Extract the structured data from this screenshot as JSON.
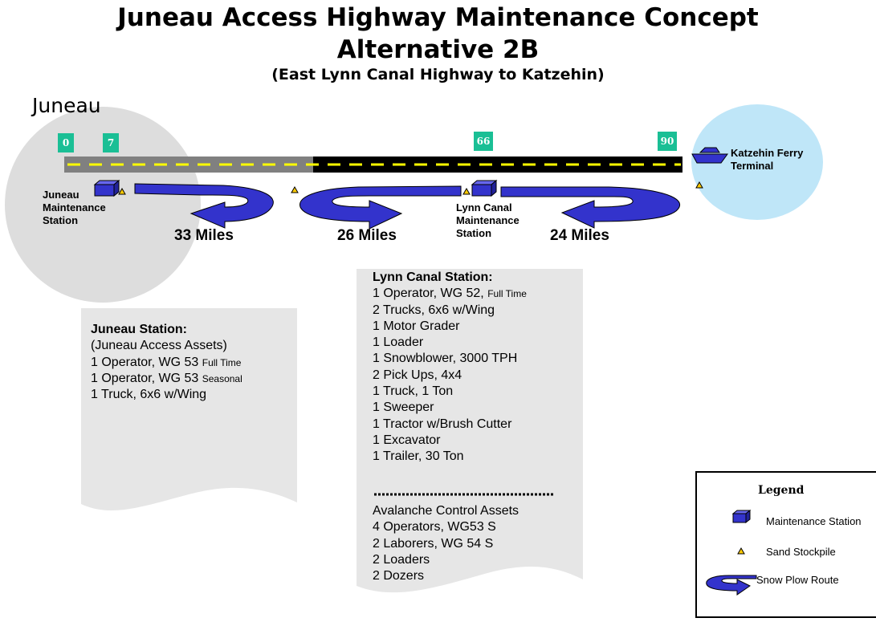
{
  "title": {
    "line1": "Juneau Access Highway Maintenance Concept",
    "line2": "Alternative 2B",
    "line3": "(East Lynn Canal Highway to Katzehin)"
  },
  "city_label": "Juneau",
  "mileposts": [
    "0",
    "7",
    "66",
    "90"
  ],
  "ferry_terminal": {
    "line1": "Katzehin Ferry",
    "line2": "Terminal"
  },
  "juneau_station_label": [
    "Juneau",
    "Maintenance",
    "Station"
  ],
  "lynn_station_label": [
    "Lynn Canal",
    "Maintenance",
    "Station"
  ],
  "route_miles": [
    "33 Miles",
    "26 Miles",
    "24 Miles"
  ],
  "juneau_station": {
    "title": "Juneau Station:",
    "items": [
      {
        "text": "(Juneau Access Assets)",
        "note": ""
      },
      {
        "text": "1 Operator, WG 53",
        "note": "Full Time"
      },
      {
        "text": "1 Operator, WG 53",
        "note": "Seasonal"
      },
      {
        "text": "1 Truck, 6x6 w/Wing",
        "note": ""
      }
    ]
  },
  "lynn_canal_station": {
    "title": "Lynn Canal Station:",
    "items": [
      {
        "text": "1 Operator, WG 52,",
        "note": "Full Time"
      },
      {
        "text": "2 Trucks, 6x6 w/Wing",
        "note": ""
      },
      {
        "text": "1 Motor Grader",
        "note": ""
      },
      {
        "text": "1 Loader",
        "note": ""
      },
      {
        "text": "1 Snowblower, 3000 TPH",
        "note": ""
      },
      {
        "text": "2 Pick Ups, 4x4",
        "note": ""
      },
      {
        "text": "1 Truck, 1 Ton",
        "note": ""
      },
      {
        "text": "1 Sweeper",
        "note": ""
      },
      {
        "text": "1 Tractor w/Brush Cutter",
        "note": ""
      },
      {
        "text": "1 Excavator",
        "note": ""
      },
      {
        "text": "1 Trailer, 30 Ton",
        "note": ""
      }
    ],
    "avalanche_title": "Avalanche Control Assets",
    "avalanche_items": [
      "4 Operators, WG53 S",
      "2 Laborers, WG 54 S",
      "2 Loaders",
      "2 Dozers"
    ]
  },
  "legend": {
    "title": "Legend",
    "items": [
      "Maintenance Station",
      "Sand Stockpile",
      "Snow Plow Route"
    ]
  },
  "colors": {
    "road_paved": "#000000",
    "road_gravel": "#808080",
    "centerline": "#ffff00",
    "station": "#3333cc",
    "route_arrow": "#3333cc",
    "stockpile": "#ffcc00",
    "milepost": "#1abf95",
    "juneau_area": "#dddddd",
    "katzehin_area": "#bfe6f8",
    "info_box": "#e6e6e6"
  },
  "icons": [
    "maintenance-station-icon",
    "sand-stockpile-icon",
    "snow-plow-route-icon",
    "ferry-icon"
  ]
}
